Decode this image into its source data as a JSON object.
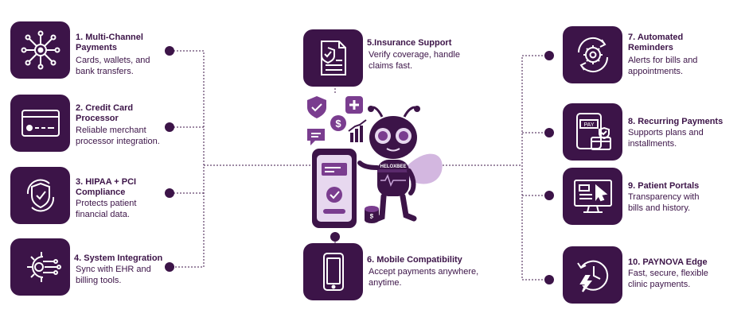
{
  "features": [
    {
      "number_title": "1. Multi-Channel Payments",
      "desc": "Cards, wallets, and bank transfers.",
      "icon": "network-hub-icon"
    },
    {
      "number_title": "2. Credit Card Processor",
      "desc": "Reliable merchant processor integration.",
      "icon": "credit-card-icon"
    },
    {
      "number_title": "3. HIPAA + PCI Compliance",
      "desc": "Protects patient financial data.",
      "icon": "shield-check-icon"
    },
    {
      "number_title": "4. System Integration",
      "desc": "Sync with EHR and billing tools.",
      "icon": "gear-circuit-icon"
    },
    {
      "number_title": "5.Insurance Support",
      "desc": "Verify coverage, handle claims fast.",
      "icon": "insurance-document-icon"
    },
    {
      "number_title": "6. Mobile Compatibility",
      "desc": "Accept payments anywhere, anytime.",
      "icon": "smartphone-icon"
    },
    {
      "number_title": "7. Automated Reminders",
      "desc": "Alerts for bills and appointments.",
      "icon": "gear-cycle-icon"
    },
    {
      "number_title": "8.  Recurring Payments",
      "desc": "Supports plans and installments.",
      "icon": "pay-phone-card-icon"
    },
    {
      "number_title": "9. Patient Portals",
      "desc": "Transparency with bills and history.",
      "icon": "monitor-cursor-icon"
    },
    {
      "number_title": "10. PAYNOVA Edge",
      "desc": "Fast, secure, flexible clinic payments.",
      "icon": "clock-lightning-icon"
    }
  ],
  "mascot": {
    "badge_text": "HELOXBEE"
  },
  "phone_card": {
    "label": "PAY"
  },
  "colors": {
    "primary": "#3c1448",
    "accent": "#7a3d8f",
    "light": "#c8a5d8"
  }
}
